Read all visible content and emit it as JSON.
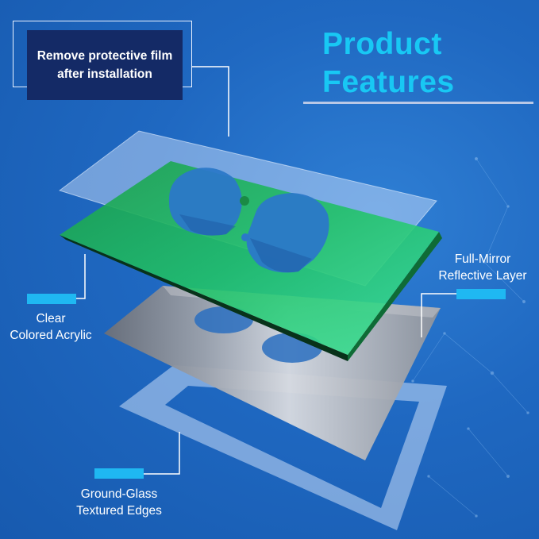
{
  "film_callout": {
    "text": "Remove protective film\nafter installation"
  },
  "heading": {
    "text": "Product\nFeatures"
  },
  "labels": {
    "clear_acrylic": "Clear\nColored Acrylic",
    "mirror_layer": "Full-Mirror\nReflective Layer",
    "ground_glass": "Ground-Glass\nTextured Edges"
  },
  "colors": {
    "background": "#1f68c1",
    "heading": "#18c8f4",
    "tag": "#1fb8f2",
    "plate": "#1fbf63",
    "callout_box": "#142a66"
  }
}
